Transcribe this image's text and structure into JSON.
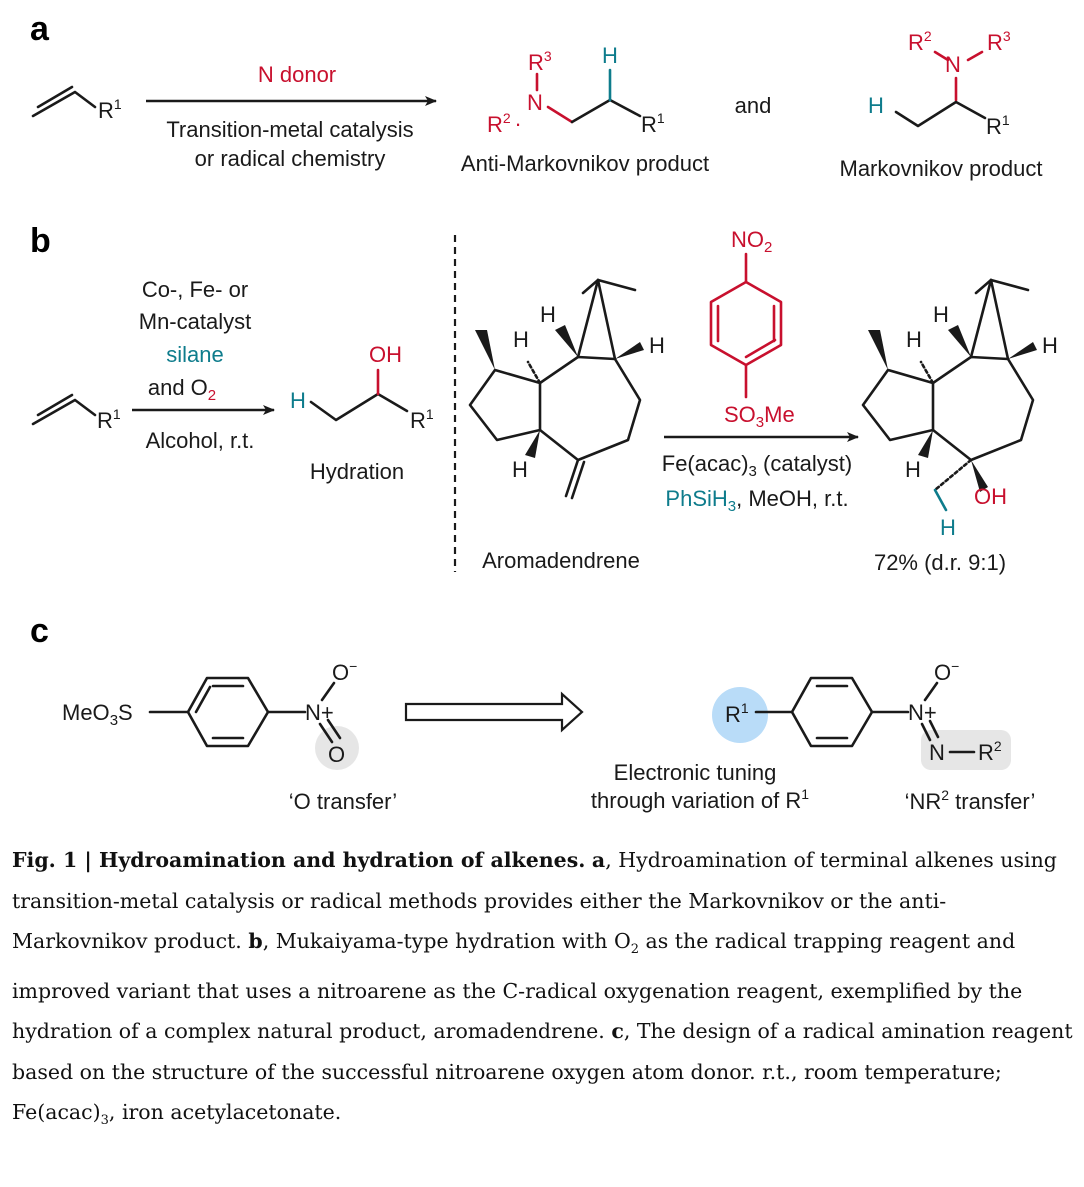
{
  "panels": {
    "a": "a",
    "b": "b",
    "c": "c"
  },
  "panel_a": {
    "reagent_top": "N donor",
    "reagent_bottom_1": "Transition-metal catalysis",
    "reagent_bottom_2": "or radical chemistry",
    "anti_label": "Anti-Markovnikov product",
    "and": "and",
    "mark_label": "Markovnikov product"
  },
  "panel_b": {
    "cond_1": "Co-, Fe- or",
    "cond_2": "Mn-catalyst",
    "cond_3": "silane",
    "cond_4": "and O",
    "cond_bottom": "Alcohol, r.t.",
    "hydration": "Hydration",
    "natural_product": "Aromadendrene",
    "fe_cond": "Fe(acac)",
    "fe_cond_tail": " (catalyst)",
    "silane_cond": "PhSiH",
    "silane_tail": ", MeOH, r.t.",
    "yield": "72% (d.r. 9:1)"
  },
  "panel_c": {
    "o_transfer": "‘O transfer’",
    "tuning_1": "Electronic tuning",
    "tuning_2": "through variation of R",
    "nr_transfer": "‘NR",
    "nr_transfer_tail": " transfer’"
  },
  "caption": {
    "fig_label": "Fig. 1 | Hydroamination and hydration of alkenes.",
    "a_label": "a",
    "a_text": ", Hydroamination of terminal alkenes using transition-metal catalysis or radical methods provides either the Markovnikov or the anti-Markovnikov product.",
    "b_label": "b",
    "b_text_1": ", Mukaiyama-type hydration with O",
    "b_text_2": " as the radical trapping reagent and improved variant that uses a nitroarene as the C-radical oxygenation reagent, exemplified by the hydration of a complex natural product, aromadendrene.",
    "c_label": "c",
    "c_text": ", The design of a radical amination reagent based on the structure of the successful nitroarene oxygen atom donor. r.t., room temperature; Fe(acac)",
    "c_text_2": ", iron acetylacetonate."
  },
  "colors": {
    "red": "#c8102e",
    "teal": "#0e7c8c",
    "blue_highlight": "#b9dcf8",
    "grey_highlight": "#e6e6e6"
  }
}
